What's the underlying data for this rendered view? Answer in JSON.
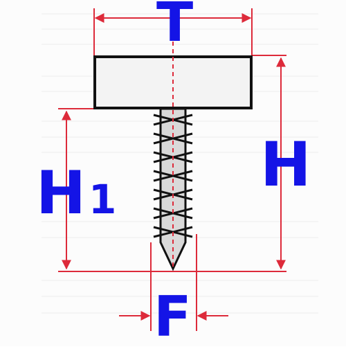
{
  "diagram": {
    "labels": {
      "top_width": "T",
      "total_height": "H",
      "shank_height": "H",
      "shank_height_subscript": "1",
      "thread_diameter": "F"
    },
    "colors": {
      "dimension_line": "#dd2a3a",
      "label_text": "#1414e6",
      "part_outline": "#111111",
      "head_fill": "#f3f3f3",
      "shank_fill": "#d9d9d9",
      "watermark": "#ececec"
    },
    "icons": {
      "part": "self-tapping-screw-with-flat-head-icon"
    }
  }
}
